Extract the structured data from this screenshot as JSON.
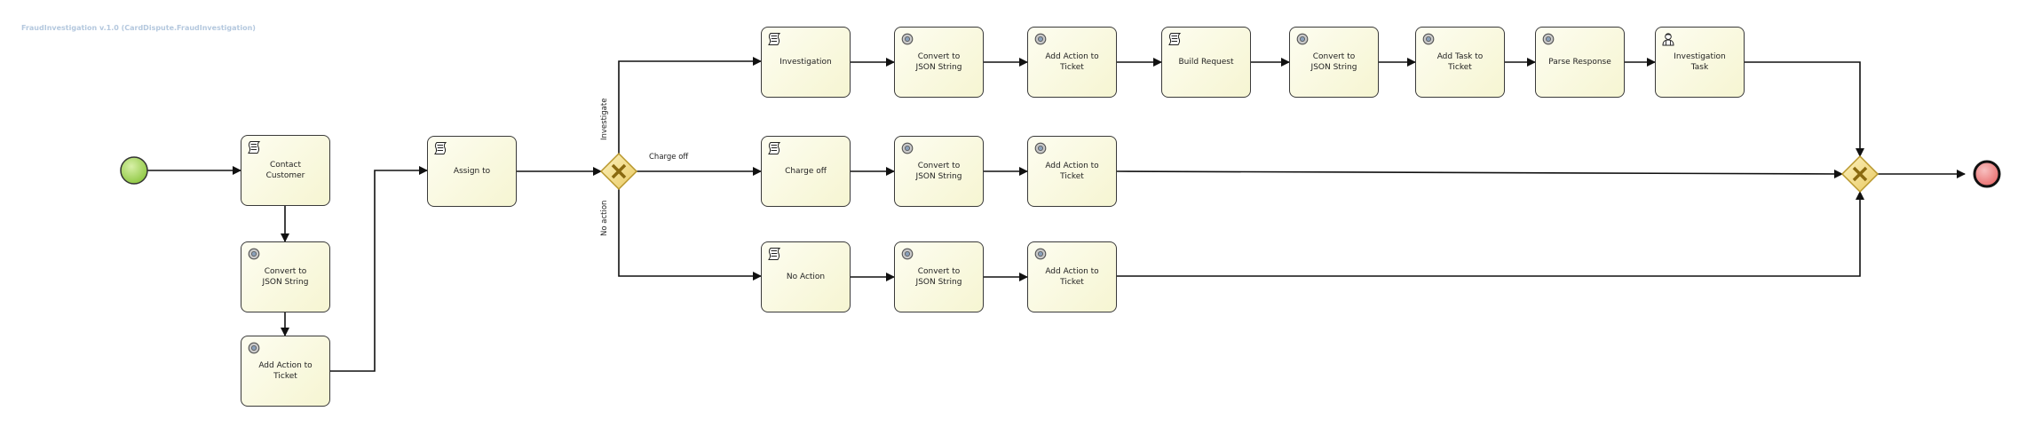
{
  "process_title": "FraudInvestigation v.1.0 (CardDispute.FraudInvestigation)",
  "colors": {
    "start_event": "#9ad04a",
    "end_event": "#f08080",
    "gateway": "#f5e08a",
    "task_fill": "#f7f6d6",
    "title_text": "#b4c8de"
  },
  "tasks": {
    "contact_customer": {
      "label": "Contact\nCustomer",
      "icon": "script-icon"
    },
    "convert_json_1": {
      "label": "Convert to\nJSON String",
      "icon": "service-icon"
    },
    "add_action_1": {
      "label": "Add Action to\nTicket",
      "icon": "service-icon"
    },
    "assign_to": {
      "label": "Assign to",
      "icon": "script-icon"
    },
    "investigation": {
      "label": "Investigation",
      "icon": "script-icon"
    },
    "convert_json_2": {
      "label": "Convert to\nJSON String",
      "icon": "service-icon"
    },
    "add_action_2": {
      "label": "Add Action to\nTicket",
      "icon": "service-icon"
    },
    "build_request": {
      "label": "Build Request",
      "icon": "script-icon"
    },
    "convert_json_3": {
      "label": "Convert to\nJSON String",
      "icon": "service-icon"
    },
    "add_task": {
      "label": "Add Task to\nTicket",
      "icon": "service-icon"
    },
    "parse_response": {
      "label": "Parse Response",
      "icon": "service-icon"
    },
    "investigation_task": {
      "label": "Investigation\nTask",
      "icon": "user-icon"
    },
    "charge_off": {
      "label": "Charge off",
      "icon": "script-icon"
    },
    "convert_json_4": {
      "label": "Convert to\nJSON String",
      "icon": "service-icon"
    },
    "add_action_3": {
      "label": "Add Action to\nTicket",
      "icon": "service-icon"
    },
    "no_action": {
      "label": "No Action",
      "icon": "script-icon"
    },
    "convert_json_5": {
      "label": "Convert to\nJSON String",
      "icon": "service-icon"
    },
    "add_action_4": {
      "label": "Add Action to\nTicket",
      "icon": "service-icon"
    }
  },
  "flow_labels": {
    "investigate": "Investigate",
    "charge_off": "Charge off",
    "no_action": "No action"
  }
}
